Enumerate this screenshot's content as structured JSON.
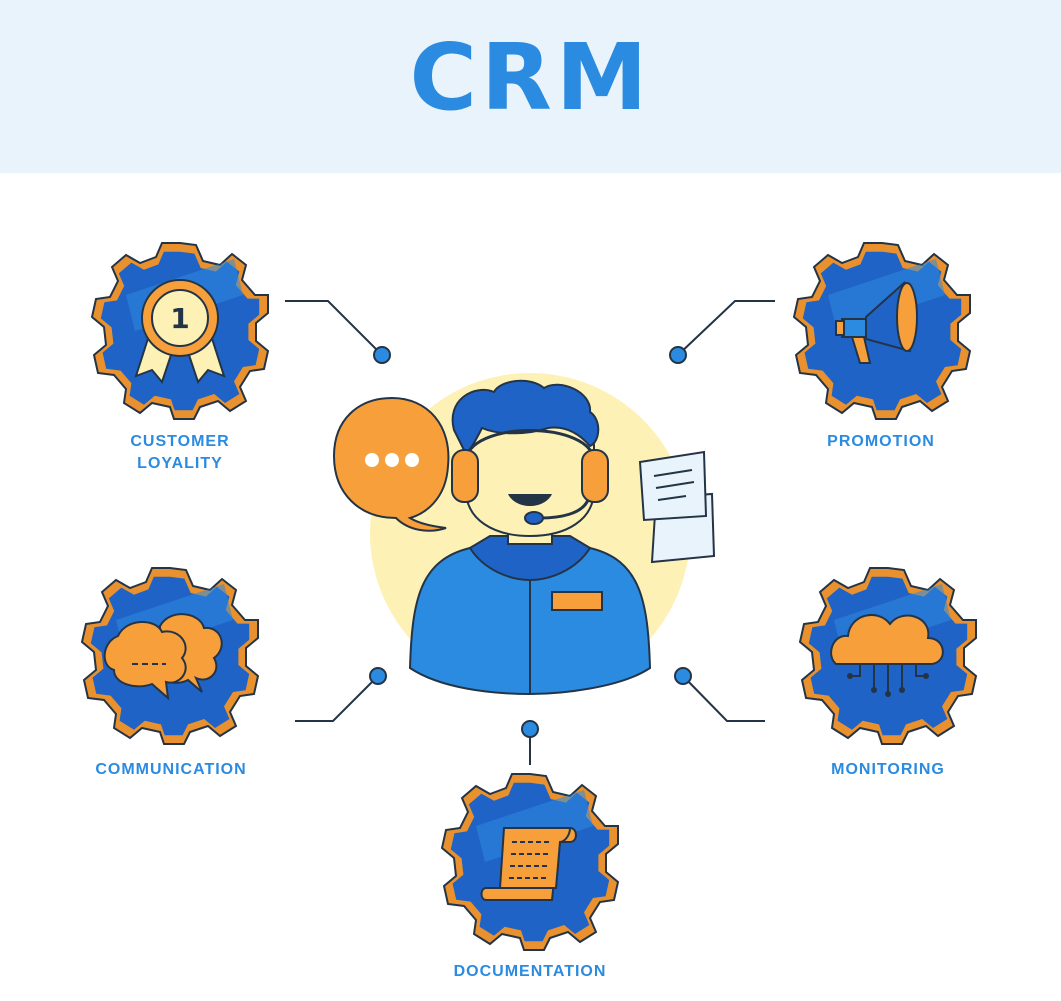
{
  "header": {
    "title": "CRM"
  },
  "nodes": {
    "customer_loyality": {
      "line1": "CUSTOMER",
      "line2": "LOYALITY",
      "badge_number": "1"
    },
    "promotion": {
      "label": "PROMOTION"
    },
    "communication": {
      "label": "COMMUNICATION"
    },
    "monitoring": {
      "label": "MONITORING"
    },
    "documentation": {
      "label": "DOCUMENTATION"
    }
  },
  "colors": {
    "primary_blue": "#2b8be0",
    "dark_blue": "#1f63c6",
    "gear_border": "#e8912e",
    "orange": "#f7a03b",
    "outline": "#243447",
    "yellow_circle": "#fdf1b6",
    "header_bg": "#e9f3fb"
  },
  "icons": [
    "medal-icon",
    "megaphone-icon",
    "chat-clouds-icon",
    "cloud-network-icon",
    "scroll-document-icon",
    "support-agent-icon",
    "speech-bubble-icon",
    "papers-icon"
  ]
}
